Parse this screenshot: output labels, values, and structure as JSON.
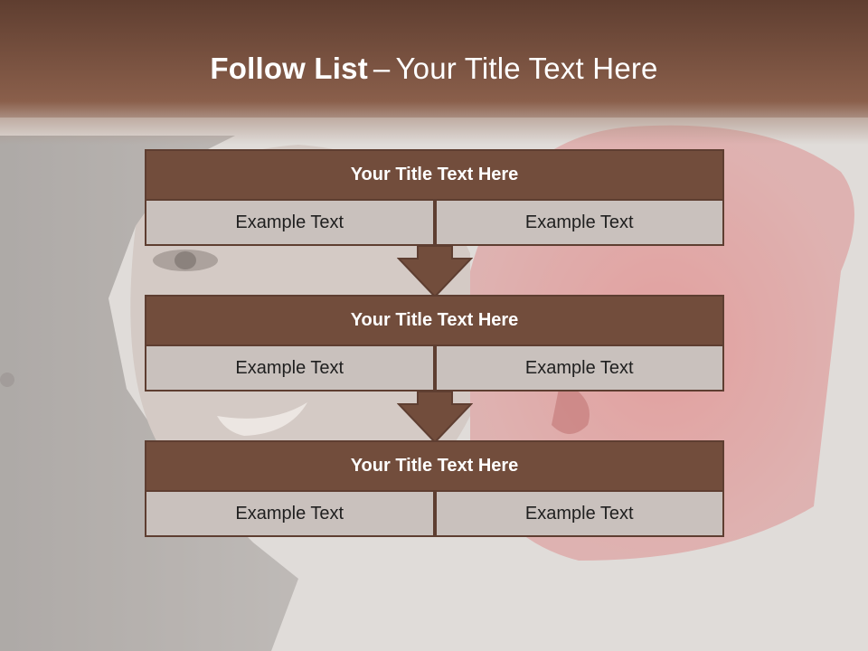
{
  "slide": {
    "title_bold": "Follow List",
    "title_dash": "–",
    "title_rest": "Your Title Text Here"
  },
  "blocks": [
    {
      "title": "Your Title Text Here",
      "left": "Example Text",
      "right": "Example Text"
    },
    {
      "title": "Your Title Text Here",
      "left": "Example Text",
      "right": "Example Text"
    },
    {
      "title": "Your Title Text Here",
      "left": "Example Text",
      "right": "Example Text"
    }
  ],
  "colors": {
    "header_brown": "#724d3c",
    "cell_fill": "#c9c1bd",
    "border": "#5e3e31",
    "top_band": "#6b4737"
  }
}
